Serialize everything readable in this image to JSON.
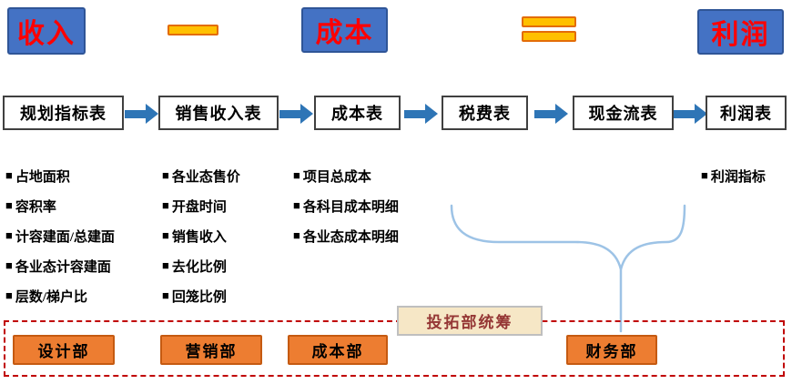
{
  "equation": {
    "income_label": "收入",
    "cost_label": "成本",
    "profit_label": "利润"
  },
  "bullet_marker": "■",
  "flow": [
    {
      "label": "规划指标表",
      "items": [
        "占地面积",
        "容积率",
        "计容建面/总建面",
        "各业态计容建面",
        "层数/梯户比"
      ]
    },
    {
      "label": "销售收入表",
      "items": [
        "各业态售价",
        "开盘时间",
        "销售收入",
        "去化比例",
        "回笼比例"
      ]
    },
    {
      "label": "成本表",
      "items": [
        "项目总成本",
        "各科目成本明细",
        "各业态成本明细"
      ]
    },
    {
      "label": "税费表",
      "items": []
    },
    {
      "label": "现金流表",
      "items": []
    },
    {
      "label": "利润表",
      "items": [
        "利润指标"
      ]
    }
  ],
  "departments": [
    {
      "label": "设计部"
    },
    {
      "label": "营销部"
    },
    {
      "label": "成本部"
    },
    {
      "label": "财务部"
    }
  ],
  "coordinator_label": "投拓部统筹",
  "colors": {
    "eq_box": "#4472C4",
    "eq_border": "#2F5597",
    "eq_text": "#FF0000",
    "operator_fill": "#FFC000",
    "operator_border": "#E36C09",
    "arrow": "#2E75B6",
    "brace": "#9DC3E6",
    "boundary": "#C00000",
    "dept_fill": "#ED7D31",
    "dept_border": "#C55A11",
    "coordinator_fill": "#F6E7C6",
    "coordinator_border": "#BFBFBF",
    "coordinator_text": "#953735"
  }
}
